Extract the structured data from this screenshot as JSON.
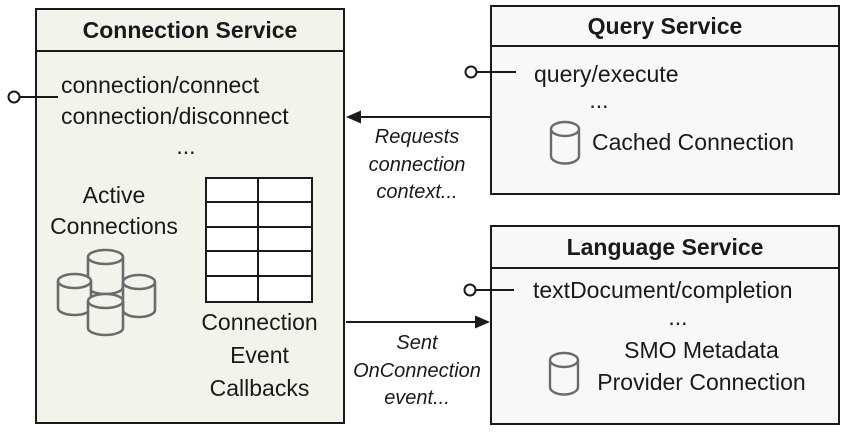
{
  "connection_service": {
    "title": "Connection Service",
    "methods": [
      "connection/connect",
      "connection/disconnect"
    ],
    "more": "...",
    "active_connections_label": "Active Connections",
    "callbacks_label": "Connection Event Callbacks"
  },
  "query_service": {
    "title": "Query Service",
    "method": "query/execute",
    "more": "...",
    "cached_connection_label": "Cached Connection"
  },
  "language_service": {
    "title": "Language Service",
    "method": "textDocument/completion",
    "more": "...",
    "smo_connection_label": "SMO Metadata Provider Connection"
  },
  "arrows": {
    "requests_label": "Requests connection context...",
    "sent_label": "Sent OnConnection event..."
  },
  "icons": {
    "database": "database-icon",
    "database_cluster": "database-cluster-icon",
    "callback_table": "callback-table-grid",
    "interface": "lollipop-interface-icon"
  },
  "colors": {
    "connection_box_fill": "#f2f4ec",
    "service_box_fill": "#f8f8f8",
    "border": "#1a1a1a",
    "cylinder_stroke": "#6b6b6b",
    "text": "#1a1a1a"
  }
}
